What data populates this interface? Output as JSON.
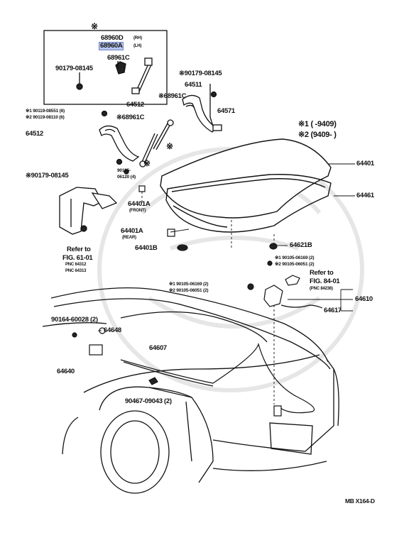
{
  "diagram_code": "MB  X164-D",
  "legend": {
    "line1": "※1 (      -9409)",
    "line2": "※2 (9409-       )"
  },
  "inset": {
    "marker": "※",
    "part_rh": "68960D",
    "rh_tag": "(RH)",
    "part_lh": "68960A",
    "lh_tag": "(LH)",
    "part_c": "68961C",
    "bolt": "90179-08145"
  },
  "labels": {
    "p90179_top": "※90179-08145",
    "p64511": "64511",
    "p68961c_a": "※68961C",
    "p64571": "64571",
    "p64512_top": "64512",
    "p90119_1": "※1 90119-08551 (6)",
    "p90119_2": "※2 90119-08110 (6)",
    "p68961c_b": "※68961C",
    "p64512_left": "64512",
    "star_a": "※",
    "star_b": "※",
    "p90179_left": "※90179-08145",
    "p90105_a": "90105-",
    "p90105_b": "06120 (4)",
    "p64401": "64401",
    "p64461": "64461",
    "p64401a_front": "64401A",
    "front_tag": "(FRONT)",
    "p64401a_rear": "64401A",
    "rear_tag": "(REAR)",
    "p64401b": "64401B",
    "p64621b": "64621B",
    "p90105_r1": "※1 90105-06169 (2)",
    "p90105_r2": "※2 90105-06051 (2)",
    "refer_r1": "Refer to",
    "refer_r2": "FIG. 84-01",
    "refer_r3": "(PNC 84236)",
    "refer_l1": "Refer to",
    "refer_l2": "FIG. 61-01",
    "refer_l3": "PNC 64312",
    "refer_l4": "PNC 64313",
    "p90105_m1": "※1 90105-06169 (2)",
    "p90105_m2": "※2 90105-06051 (2)",
    "p64610": "64610",
    "p64617": "64617",
    "p90164": "90164-60028 (2)",
    "p64648": "64648",
    "p64607": "64607",
    "p64640": "64640",
    "p90467": "90467-09043 (2)"
  }
}
